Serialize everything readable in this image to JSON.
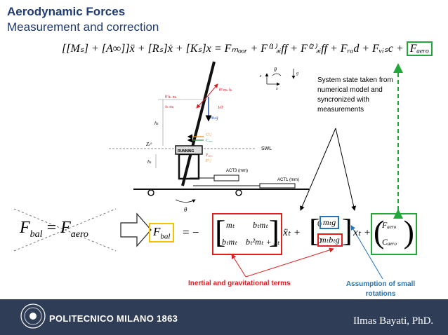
{
  "slide": {
    "title": "Aerodynamic Forces",
    "subtitle": "Measurement and correction",
    "equation_top": "[[Mₛ] + [A∞]]ẍ + [Rₛ]ẋ + [Kₛ]x = Fₘₒₒᵣ + F⁽¹⁾ₔᵢff + F⁽²⁾ₔᵢff + Fᵣₐd + Fᵥᵢₛc +",
    "equation_top_boxed": "Fₐₑᵣₒ",
    "system_note": "System state taken from numerical model and syncronized with measurements",
    "balance_left": "F",
    "balance_left_sub": "bal",
    "balance_eq": "=",
    "balance_right": "F",
    "balance_right_sub": "aero",
    "correction_lhs": "F",
    "correction_lhs_sub": "bal",
    "correction_eq": "= −",
    "matrix_a": [
      "mₜ",
      "bₜmₜ",
      "bₜmₜ",
      "bₜ²mₜ + Jₜ"
    ],
    "xddot": "ẍₜ +",
    "matrix_b": [
      "0",
      "mₜg",
      "0",
      "mₜbₜg"
    ],
    "x_t": "xₜ +",
    "vector": [
      "Fₐₑᵣₒ",
      "Cₐₑᵣₒ"
    ],
    "inertia_label": "Inertial and gravitational terms",
    "assumption_label": "Assumption of small rotations",
    "footer_brand": "POLITECNICO MILANO 1863",
    "author": "Ilmas Bayati, PhD."
  },
  "diagram": {
    "labels": [
      "hₜ",
      "bₜ",
      "Zₜᵇ",
      "θ",
      "θ",
      "z",
      "x",
      "g",
      "mₜg",
      "SWL",
      "ACT3 (mm)",
      "ACT1 (mm)",
      "Fₐₑᵣₒ",
      "Fᵇₐˡ",
      "Cₐₑᵣₒ",
      "Cᵇₐˡ",
      "RUNNING",
      "θ̈ hₜ mₜ",
      "ẍₜ mₜ",
      "θ̇² mₜ hₜ",
      "Jₜθ̈"
    ]
  },
  "colors": {
    "title": "#1f3b73",
    "green_box": "#22a83a",
    "red": "#e02020",
    "blue": "#2773b8",
    "yellow": "#f2c200",
    "footer": "#2f3d57"
  }
}
